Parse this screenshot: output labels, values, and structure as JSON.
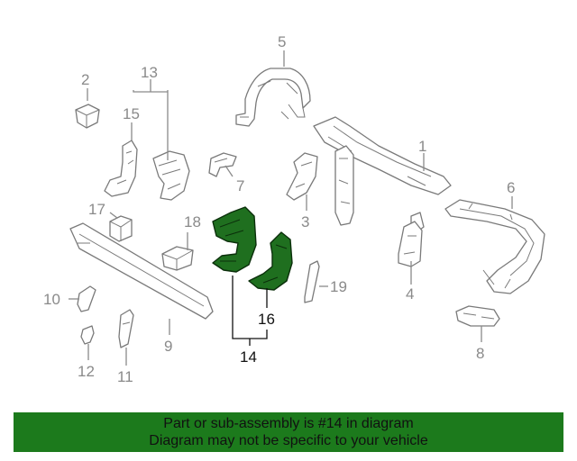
{
  "callouts": {
    "c1": "1",
    "c2": "2",
    "c3": "3",
    "c4": "4",
    "c5": "5",
    "c6": "6",
    "c7": "7",
    "c8": "8",
    "c9": "9",
    "c10": "10",
    "c11": "11",
    "c12": "12",
    "c13": "13",
    "c14": "14",
    "c15": "15",
    "c16": "16",
    "c17": "17",
    "c18": "18",
    "c19": "19"
  },
  "banner": {
    "line1": "Part or sub-assembly is #14 in diagram",
    "line2": "Diagram may not be specific to your vehicle"
  },
  "colors": {
    "highlight_part": "#1f6f1f",
    "banner_background": "#1c7a1c",
    "line_art": "#7a7a7a"
  }
}
